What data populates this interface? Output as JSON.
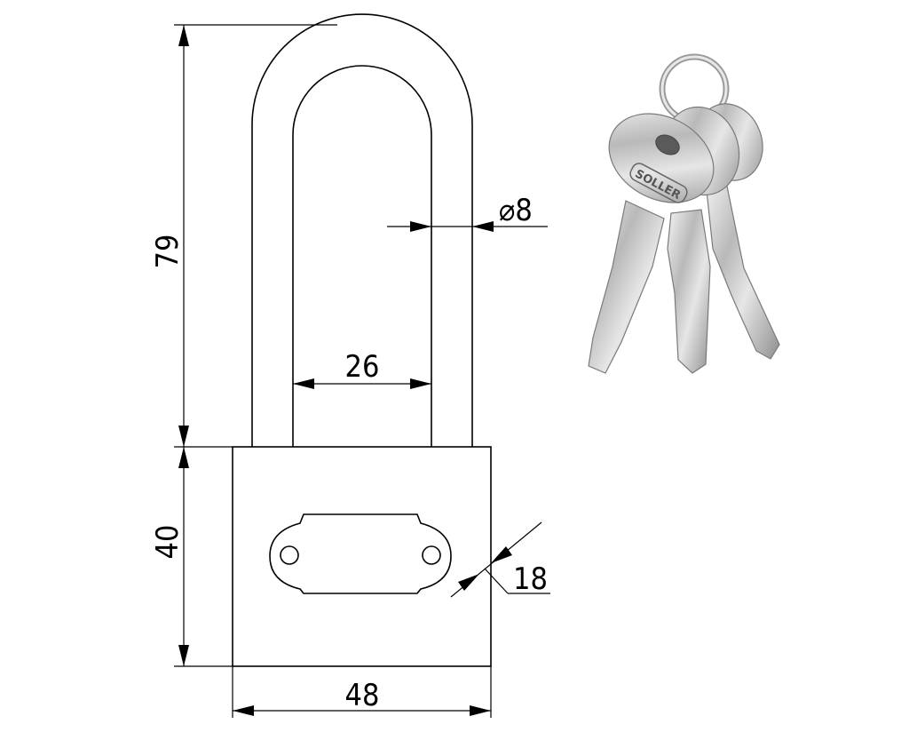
{
  "dimensions": {
    "shackle_height": "79",
    "body_height": "40",
    "body_width": "48",
    "shackle_inner_width": "26",
    "shackle_diameter": "⌀8",
    "body_depth": "18"
  },
  "keys": {
    "brand": "SOLLER",
    "count": 3
  }
}
